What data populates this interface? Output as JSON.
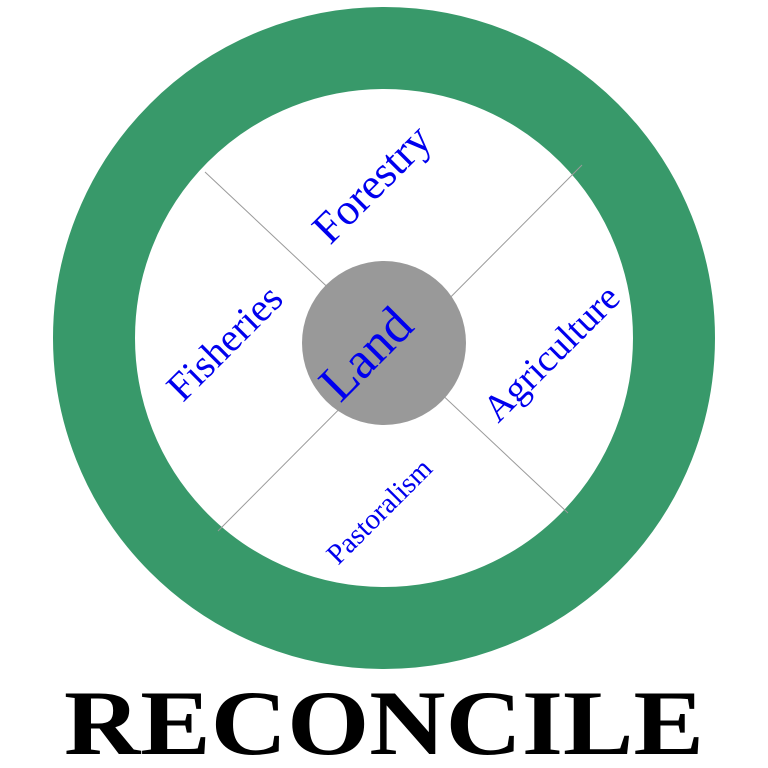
{
  "center_label": "Land",
  "sectors": [
    {
      "label": "Forestry"
    },
    {
      "label": "Agriculture"
    },
    {
      "label": "Pastoralism"
    },
    {
      "label": "Fisheries"
    }
  ],
  "title": "RECONCILE",
  "colors": {
    "ring": "#38996a",
    "center": "#999999",
    "text": "#0000ee",
    "divider": "#9a9a9a"
  }
}
